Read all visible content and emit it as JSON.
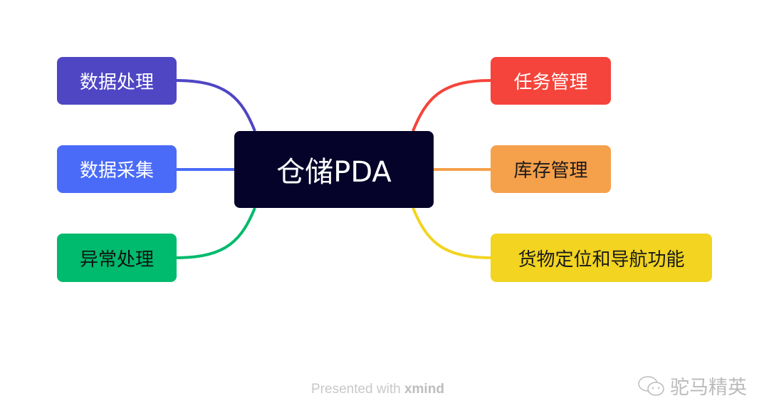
{
  "center": {
    "label": "仓储PDA",
    "color": "#05032A"
  },
  "left_branches": [
    {
      "label": "数据处理",
      "color": "#4F46C4"
    },
    {
      "label": "数据采集",
      "color": "#4A6BF8"
    },
    {
      "label": "异常处理",
      "color": "#00BA6D"
    }
  ],
  "right_branches": [
    {
      "label": "任务管理",
      "color": "#F5443B"
    },
    {
      "label": "库存管理",
      "color": "#F5A04A"
    },
    {
      "label": "货物定位和导航功能",
      "color": "#F2D421"
    }
  ],
  "footer": {
    "prefix": "Presented with ",
    "brand": "xmind"
  },
  "watermark": {
    "icon": "wechat-icon",
    "text": "驼马精英"
  }
}
